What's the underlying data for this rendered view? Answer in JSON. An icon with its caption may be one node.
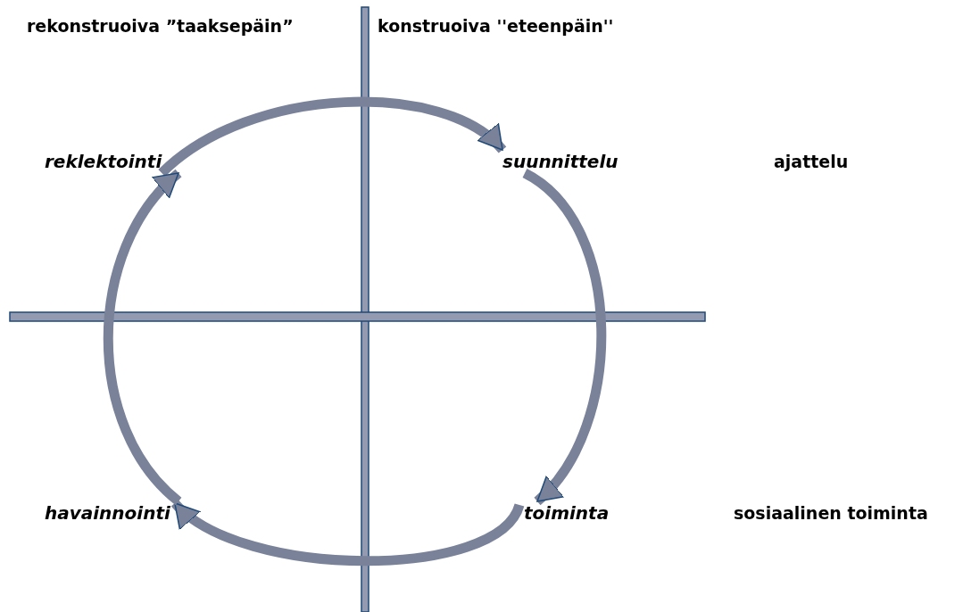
{
  "diagram": {
    "nodes": [
      {
        "text": [
          "reklektointi"
        ]
      },
      {
        "text": [
          "suunnittelu"
        ]
      },
      {
        "text": [
          "toiminta"
        ]
      },
      {
        "text": [
          "havainnointi"
        ]
      }
    ],
    "edges": [
      {
        "from": 0,
        "to": 1,
        "arrow": "to"
      },
      {
        "from": 1,
        "to": 2,
        "arrow": "to"
      },
      {
        "from": 2,
        "to": 3,
        "arrow": "to"
      },
      {
        "from": 3,
        "to": 0,
        "arrow": "to"
      }
    ],
    "labels": [
      "rekonstruoiva ”taaksepäin”",
      "konstruoiva ''eteenpäin''",
      "ajattelu",
      "sosiaalinen toiminta"
    ]
  }
}
